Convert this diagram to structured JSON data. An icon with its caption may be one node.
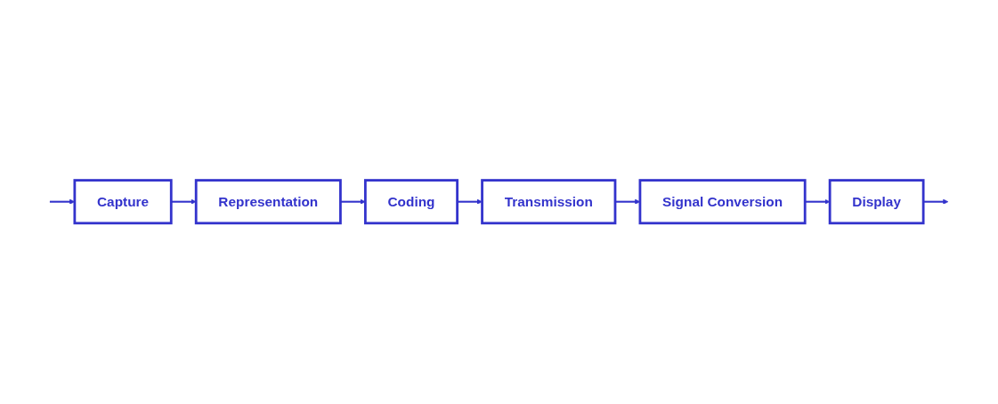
{
  "diagram": {
    "nodes": [
      {
        "text": [
          "Capture"
        ]
      },
      {
        "text": [
          "Representation"
        ]
      },
      {
        "text": [
          "Coding"
        ]
      },
      {
        "text": [
          "Transmission"
        ]
      },
      {
        "text": [
          "Signal Conversion"
        ]
      },
      {
        "text": [
          "Display"
        ]
      }
    ],
    "edges": [
      {
        "from": null,
        "to": 0,
        "arrow": "to"
      },
      {
        "from": 0,
        "to": 1,
        "arrow": "to"
      },
      {
        "from": 1,
        "to": 2,
        "arrow": "to"
      },
      {
        "from": 2,
        "to": 3,
        "arrow": "to"
      },
      {
        "from": 3,
        "to": 4,
        "arrow": "to"
      },
      {
        "from": 4,
        "to": 5,
        "arrow": "to"
      },
      {
        "from": 5,
        "to": null,
        "arrow": "to"
      }
    ]
  }
}
